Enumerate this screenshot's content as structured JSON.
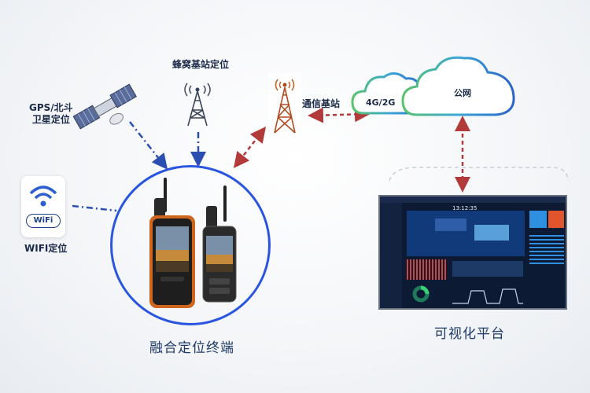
{
  "labels": {
    "gps": "GPS/北斗",
    "gps2": "卫星定位",
    "cell": "蜂窝基站定位",
    "station": "通信基站",
    "net": "4G/2G",
    "cloud": "公网",
    "wifi_logo": "WiFi",
    "wifi": "WIFI定位",
    "terminal": "融合定位终端",
    "platform": "可视化平台"
  },
  "dashboard": {
    "clock": "13:12:35"
  },
  "colors": {
    "blue": "#2a55e0",
    "red": "#b23a3a",
    "navy": "#1d3a68"
  }
}
